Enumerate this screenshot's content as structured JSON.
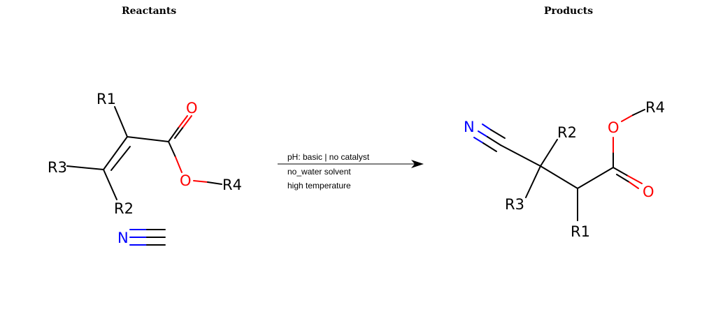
{
  "titles": {
    "reactants": "Reactants",
    "products": "Products"
  },
  "conditions": {
    "line1": "pH: basic | no catalyst",
    "line2": "no_water solvent",
    "line3": "high temperature"
  },
  "reactant_labels": {
    "r1": "R1",
    "r2": "R2",
    "r3": "R3",
    "r4": "R4",
    "o_carbonyl": "O",
    "o_ester": "O",
    "n": "N"
  },
  "product_labels": {
    "r1": "R1",
    "r2": "R2",
    "r3": "R3",
    "r4": "R4",
    "o_carbonyl": "O",
    "o_ester": "O",
    "n": "N"
  },
  "colors": {
    "bond": "#000000",
    "oxygen": "#ff0000",
    "nitrogen": "#0000ff"
  }
}
